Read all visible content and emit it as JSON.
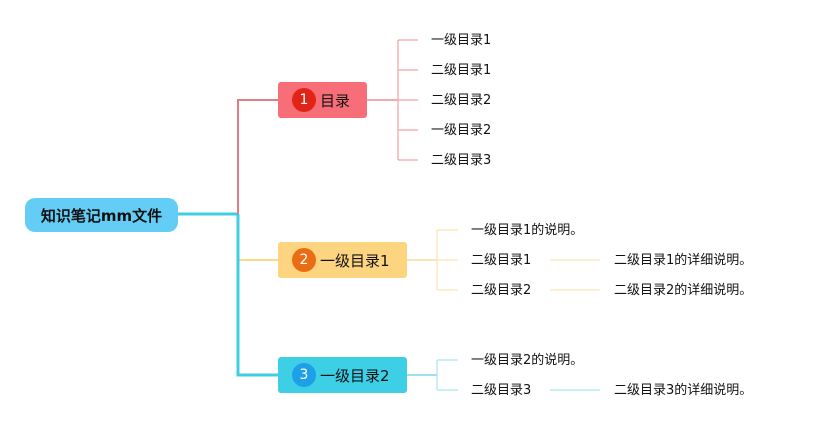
{
  "root": {
    "label": "知识笔记mm文件",
    "color": "#63cdf6"
  },
  "branches": [
    {
      "number": "1",
      "label": "目录",
      "fill": "#f76e78",
      "badge": "#e02418",
      "line": "#f28e95",
      "children": [
        "一级目录1",
        "二级目录1",
        "二级目录2",
        "一级目录2",
        "二级目录3"
      ]
    },
    {
      "number": "2",
      "label": "一级目录1",
      "fill": "#fdd47f",
      "badge": "#ea6d16",
      "line": "#fbdc98",
      "children": [
        {
          "label": "一级目录1的说明。"
        },
        {
          "label": "二级目录1",
          "detail": "二级目录1的详细说明。"
        },
        {
          "label": "二级目录2",
          "detail": "二级目录2的详细说明。"
        }
      ]
    },
    {
      "number": "3",
      "label": "一级目录2",
      "fill": "#3ccfe6",
      "badge": "#1ea0e7",
      "line": "#7adbe8",
      "children": [
        {
          "label": "一级目录2的说明。"
        },
        {
          "label": "二级目录3",
          "detail": "二级目录3的详细说明。"
        }
      ]
    }
  ]
}
